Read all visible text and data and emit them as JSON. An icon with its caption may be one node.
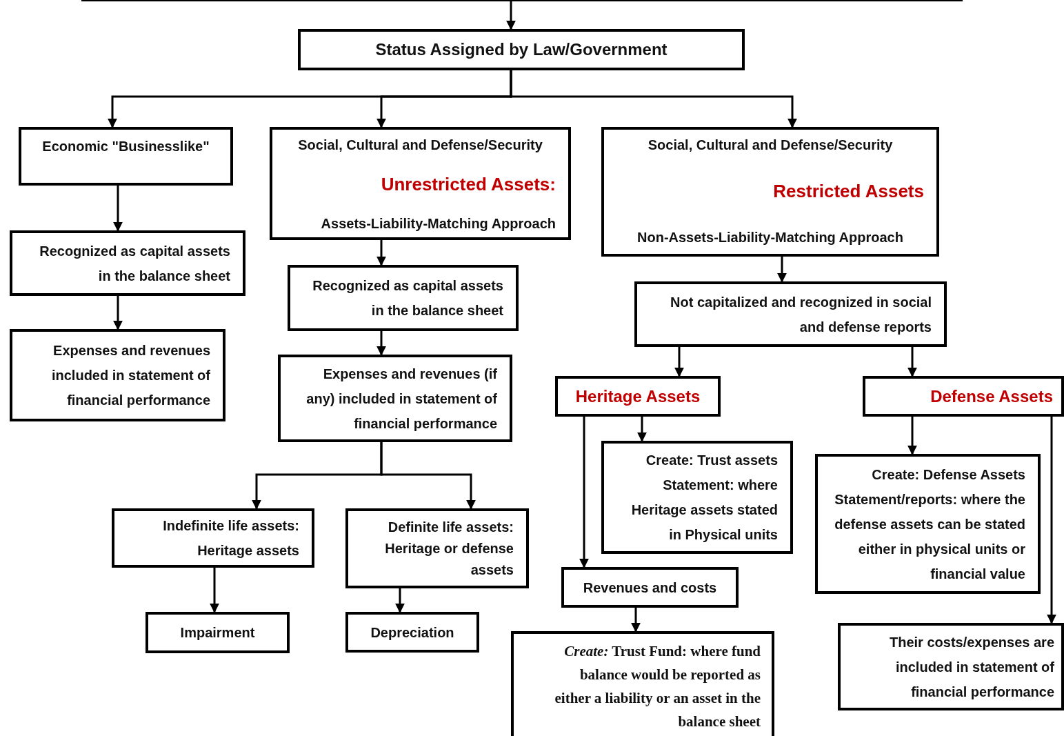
{
  "diagram": {
    "nodes": [
      {
        "text": [],
        "shape": "box"
      },
      {
        "text": [
          "Status Assigned by Law/Government"
        ]
      },
      {
        "text": [
          "Economic \"Businesslike\""
        ]
      },
      {
        "text": [
          "Social, Cultural and Defense/Security",
          "Unrestricted Assets:",
          "Assets-Liability-Matching Approach"
        ]
      },
      {
        "text": [
          "Social, Cultural and Defense/Security",
          "Restricted Assets",
          "Non-Assets-Liability-Matching Approach"
        ]
      },
      {
        "text": [
          "Recognized as capital assets in the balance sheet"
        ]
      },
      {
        "text": [
          "Expenses and revenues included in statement of financial performance"
        ]
      },
      {
        "text": [
          "Recognized as capital assets in the balance sheet"
        ]
      },
      {
        "text": [
          "Expenses and revenues (if any) included in statement of financial performance"
        ]
      },
      {
        "text": [
          "Indefinite life assets: Heritage assets"
        ]
      },
      {
        "text": [
          "Definite life assets: Heritage or defense assets"
        ]
      },
      {
        "text": [
          "Impairment"
        ]
      },
      {
        "text": [
          "Depreciation"
        ]
      },
      {
        "text": [
          "Not capitalized and recognized in social and defense reports"
        ]
      },
      {
        "text": [
          "Heritage Assets"
        ]
      },
      {
        "text": [
          "Defense Assets"
        ]
      },
      {
        "text": [
          "Create: Trust assets Statement: where Heritage assets stated in Physical units"
        ]
      },
      {
        "text": [
          "Revenues and costs"
        ]
      },
      {
        "text": [
          "*Create:* Trust Fund: where fund balance would be reported as either a liability or an asset in the balance sheet"
        ]
      },
      {
        "text": [
          "Create: Defense Assets Statement/reports: where the defense assets can be stated either in physical units or financial value"
        ]
      },
      {
        "text": [
          "Their costs/expenses are included in statement of financial performance"
        ]
      }
    ],
    "edges": [
      {
        "from": 0,
        "to": 1,
        "arrow": "to"
      },
      {
        "from": 1,
        "to": 2,
        "arrow": "to"
      },
      {
        "from": 1,
        "to": 3,
        "arrow": "to"
      },
      {
        "from": 1,
        "to": 4,
        "arrow": "to"
      },
      {
        "from": 2,
        "to": 5,
        "arrow": "to"
      },
      {
        "from": 5,
        "to": 6,
        "arrow": "to"
      },
      {
        "from": 3,
        "to": 7,
        "arrow": "to"
      },
      {
        "from": 7,
        "to": 8,
        "arrow": "to"
      },
      {
        "from": 8,
        "to": 9,
        "arrow": "to"
      },
      {
        "from": 8,
        "to": 10,
        "arrow": "to"
      },
      {
        "from": 9,
        "to": 11,
        "arrow": "to"
      },
      {
        "from": 10,
        "to": 12,
        "arrow": "to"
      },
      {
        "from": 4,
        "to": 13,
        "arrow": "to"
      },
      {
        "from": 13,
        "to": 14,
        "arrow": "to"
      },
      {
        "from": 13,
        "to": 15,
        "arrow": "to"
      },
      {
        "from": 14,
        "to": 16,
        "arrow": "to"
      },
      {
        "from": 14,
        "to": 17,
        "arrow": "to"
      },
      {
        "from": 17,
        "to": 18,
        "arrow": "to"
      },
      {
        "from": 15,
        "to": 19,
        "arrow": "to"
      },
      {
        "from": 15,
        "to": 20,
        "arrow": "to"
      }
    ]
  }
}
